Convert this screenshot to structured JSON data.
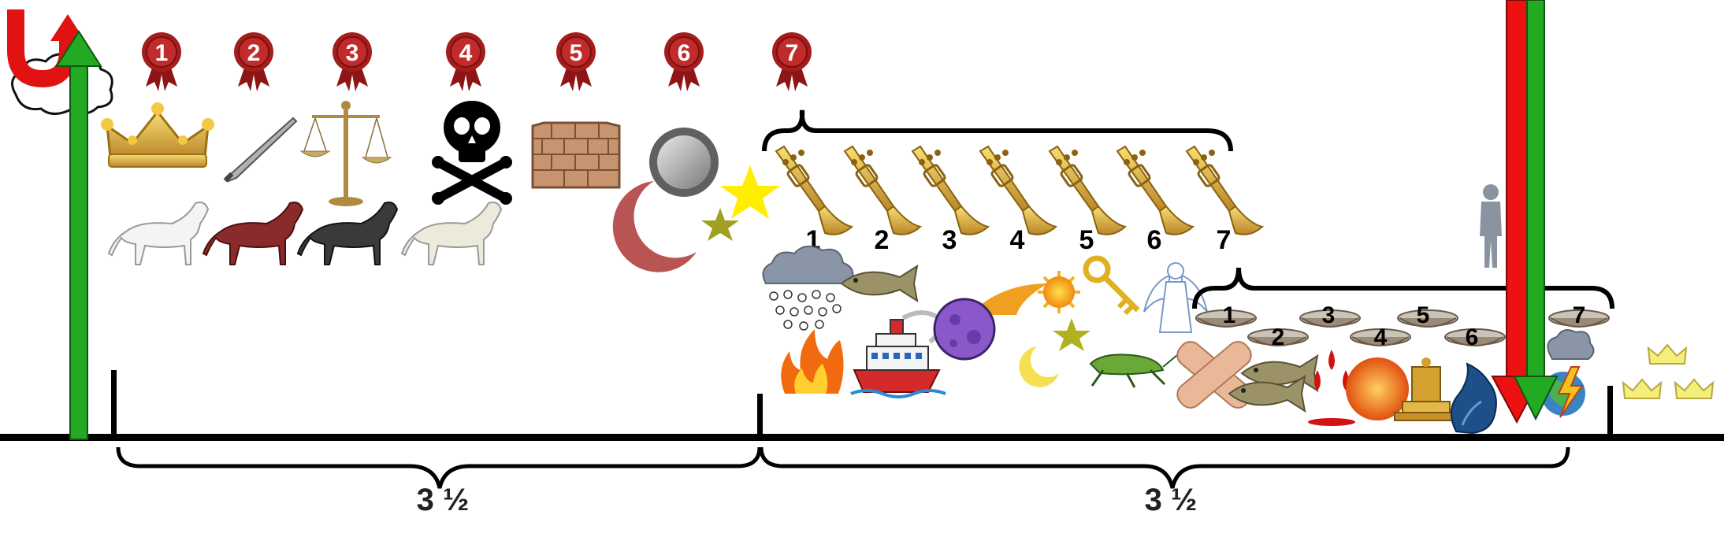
{
  "seals": {
    "labels": [
      "1",
      "2",
      "3",
      "4",
      "5",
      "6",
      "7"
    ],
    "items": [
      "crown-icon",
      "sword-icon",
      "scales-icon",
      "skull-crossbones-icon",
      "altar-wall-icon",
      "sun-moon-star-icon"
    ],
    "horses": [
      {
        "name": "white-horse",
        "color": "#f2f2f2"
      },
      {
        "name": "red-horse",
        "color": "#8a2a2a"
      },
      {
        "name": "black-horse",
        "color": "#333333"
      },
      {
        "name": "pale-horse",
        "color": "#e8e6d0"
      }
    ]
  },
  "trumpets": {
    "labels": [
      "1",
      "2",
      "3",
      "4",
      "5",
      "6",
      "7"
    ],
    "judgments": [
      "hail-cloud-icon",
      "fire-icon",
      "fish-icon",
      "ship-icon",
      "meteor-icon",
      "sun-moon-star-icon",
      "key-icon",
      "locust-icon",
      "angel-icon"
    ]
  },
  "bowls": {
    "labels": [
      "1",
      "2",
      "3",
      "4",
      "5",
      "6",
      "7"
    ],
    "judgments": [
      "sore-bandage-icon",
      "dead-fish-icon",
      "blood-drops-icon",
      "sun-icon",
      "throne-icon",
      "river-icon",
      "storm-earth-icon"
    ]
  },
  "timeline": {
    "first_half": "3 ½",
    "second_half": "3 ½"
  },
  "colors": {
    "up_arrow": "#22aa22",
    "down_arrow": "#ee1111",
    "rosette": "#9c1c1c",
    "gold": "#e0b030"
  }
}
